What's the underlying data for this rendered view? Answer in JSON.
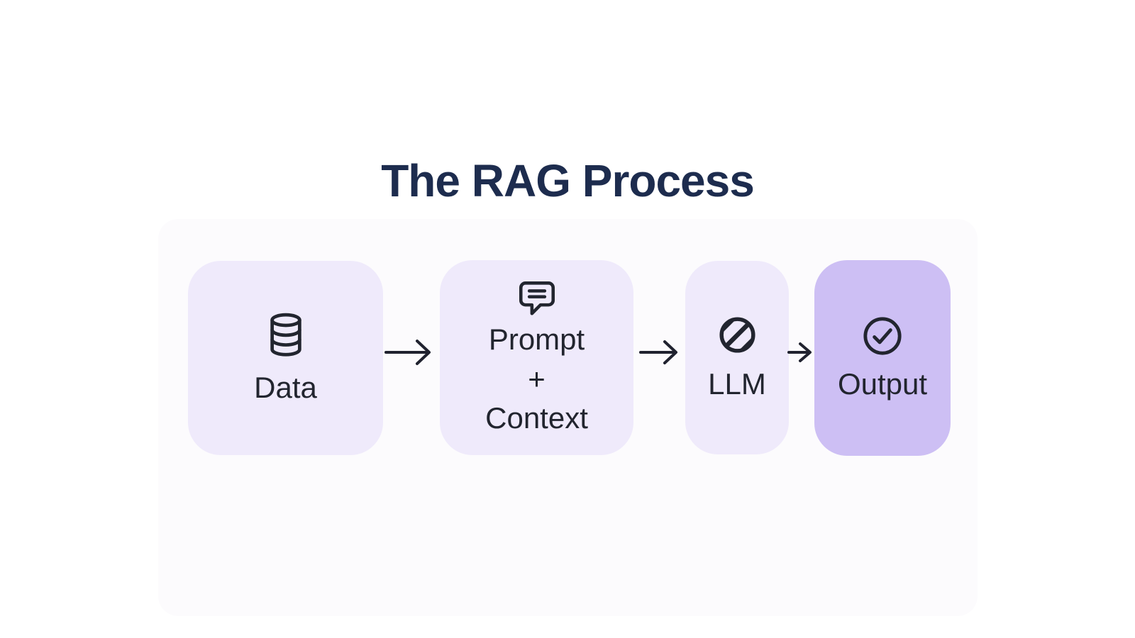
{
  "title": "The RAG Process",
  "colors": {
    "background": "#ffffff",
    "panel": "#fcfbfd",
    "title_text": "#1d2c4e",
    "label_text": "#22252f",
    "box_light": "#efeafb",
    "box_accent": "#cdbff4",
    "arrow": "#20222f"
  },
  "flow": {
    "direction": "left-to-right",
    "connector": "arrow-right",
    "steps": [
      {
        "id": "data",
        "label": "Data",
        "icon": "database-icon",
        "variant": "light"
      },
      {
        "id": "prompt-context",
        "label": "Prompt + Context",
        "lines": [
          "Prompt",
          "+",
          "Context"
        ],
        "icon": "speech-bubble-icon",
        "variant": "light"
      },
      {
        "id": "llm",
        "label": "LLM",
        "icon": "striped-circle-icon",
        "variant": "light"
      },
      {
        "id": "output",
        "label": "Output",
        "icon": "check-circle-icon",
        "variant": "accent"
      }
    ]
  }
}
